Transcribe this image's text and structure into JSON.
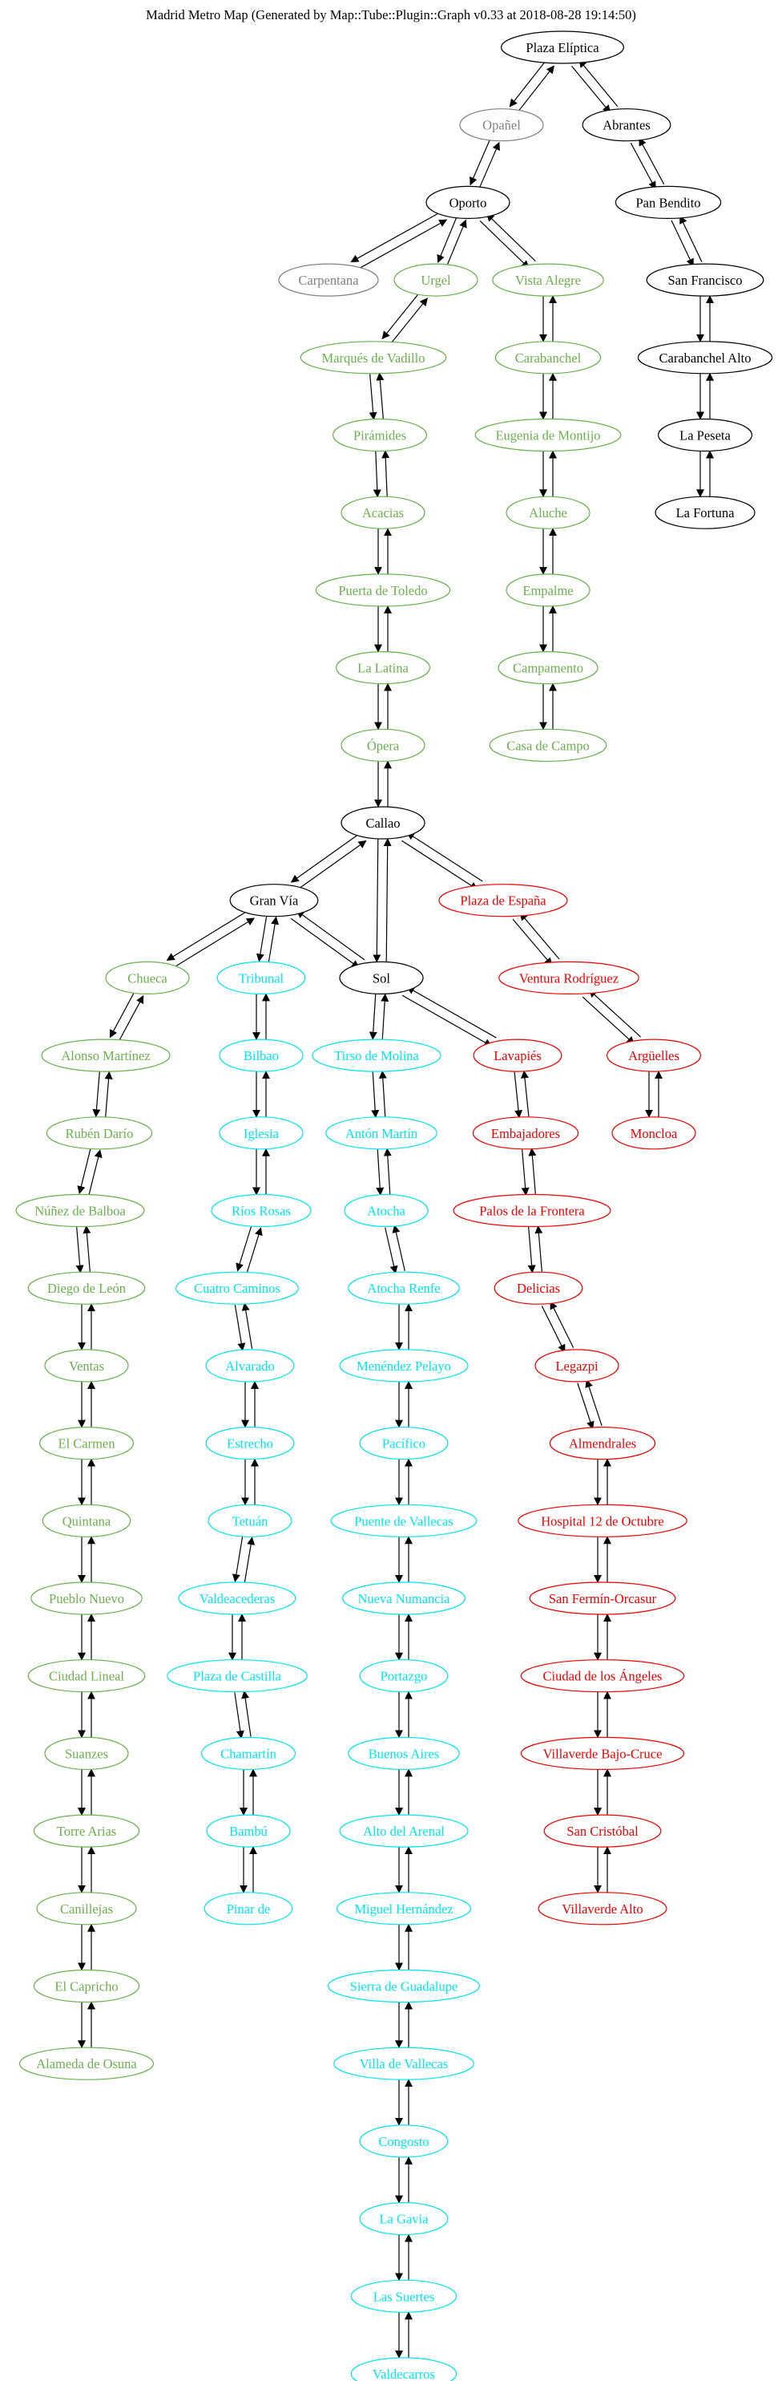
{
  "title": "Madrid Metro Map (Generated by Map::Tube::Plugin::Graph v0.33 at 2018-08-28 19:14:50)",
  "colors": {
    "black": "#000000",
    "gray": "#808080",
    "green": "#6ab04c",
    "cyan": "#00e5ee",
    "red": "#ee0000"
  },
  "stations": [
    {
      "id": "plaza_eliptica",
      "label": "Plaza Elíptica",
      "color": "black"
    },
    {
      "id": "opanel",
      "label": "Opañel",
      "color": "gray"
    },
    {
      "id": "abrantes",
      "label": "Abrantes",
      "color": "black"
    },
    {
      "id": "oporto",
      "label": "Oporto",
      "color": "black"
    },
    {
      "id": "pan_bendito",
      "label": "Pan Bendito",
      "color": "black"
    },
    {
      "id": "carpentana",
      "label": "Carpentana",
      "color": "gray"
    },
    {
      "id": "urgel",
      "label": "Urgel",
      "color": "green"
    },
    {
      "id": "vista_alegre",
      "label": "Vista Alegre",
      "color": "green"
    },
    {
      "id": "san_francisco",
      "label": "San Francisco",
      "color": "black"
    },
    {
      "id": "marques_de_vadillo",
      "label": "Marqués de Vadillo",
      "color": "green"
    },
    {
      "id": "carabanchel",
      "label": "Carabanchel",
      "color": "green"
    },
    {
      "id": "carabanchel_alto",
      "label": "Carabanchel Alto",
      "color": "black"
    },
    {
      "id": "piramides",
      "label": "Pirámides",
      "color": "green"
    },
    {
      "id": "eugenia_de_montijo",
      "label": "Eugenia de Montijo",
      "color": "green"
    },
    {
      "id": "la_peseta",
      "label": "La Peseta",
      "color": "black"
    },
    {
      "id": "acacias",
      "label": "Acacias",
      "color": "green"
    },
    {
      "id": "aluche",
      "label": "Aluche",
      "color": "green"
    },
    {
      "id": "la_fortuna",
      "label": "La Fortuna",
      "color": "black"
    },
    {
      "id": "puerta_de_toledo",
      "label": "Puerta de Toledo",
      "color": "green"
    },
    {
      "id": "empalme",
      "label": "Empalme",
      "color": "green"
    },
    {
      "id": "la_latina",
      "label": "La Latina",
      "color": "green"
    },
    {
      "id": "campamento",
      "label": "Campamento",
      "color": "green"
    },
    {
      "id": "opera",
      "label": "Ópera",
      "color": "green"
    },
    {
      "id": "casa_de_campo",
      "label": "Casa de Campo",
      "color": "green"
    },
    {
      "id": "callao",
      "label": "Callao",
      "color": "black"
    },
    {
      "id": "gran_via",
      "label": "Gran Vía",
      "color": "black"
    },
    {
      "id": "plaza_de_espana",
      "label": "Plaza de España",
      "color": "red"
    },
    {
      "id": "chueca",
      "label": "Chueca",
      "color": "green"
    },
    {
      "id": "tribunal",
      "label": "Tribunal",
      "color": "cyan"
    },
    {
      "id": "sol",
      "label": "Sol",
      "color": "black"
    },
    {
      "id": "ventura_rodriguez",
      "label": "Ventura Rodríguez",
      "color": "red"
    },
    {
      "id": "alonso_martinez",
      "label": "Alonso Martínez",
      "color": "green"
    },
    {
      "id": "bilbao",
      "label": "Bilbao",
      "color": "cyan"
    },
    {
      "id": "tirso_de_molina",
      "label": "Tirso de Molina",
      "color": "cyan"
    },
    {
      "id": "lavapies",
      "label": "Lavapiés",
      "color": "red"
    },
    {
      "id": "arguelles",
      "label": "Argüelles",
      "color": "red"
    },
    {
      "id": "ruben_dario",
      "label": "Rubén Darío",
      "color": "green"
    },
    {
      "id": "iglesia",
      "label": "Iglesia",
      "color": "cyan"
    },
    {
      "id": "anton_martin",
      "label": "Antón Martín",
      "color": "cyan"
    },
    {
      "id": "embajadores",
      "label": "Embajadores",
      "color": "red"
    },
    {
      "id": "moncloa",
      "label": "Moncloa",
      "color": "red"
    },
    {
      "id": "nunez_de_balboa",
      "label": "Núñez de Balboa",
      "color": "green"
    },
    {
      "id": "rios_rosas",
      "label": "Ríos Rosas",
      "color": "cyan"
    },
    {
      "id": "atocha",
      "label": "Atocha",
      "color": "cyan"
    },
    {
      "id": "palos_de_la_frontera",
      "label": "Palos de la Frontera",
      "color": "red"
    },
    {
      "id": "diego_de_leon",
      "label": "Diego de León",
      "color": "green"
    },
    {
      "id": "cuatro_caminos",
      "label": "Cuatro Caminos",
      "color": "cyan"
    },
    {
      "id": "atocha_renfe",
      "label": "Atocha Renfe",
      "color": "cyan"
    },
    {
      "id": "delicias",
      "label": "Delicias",
      "color": "red"
    },
    {
      "id": "ventas",
      "label": "Ventas",
      "color": "green"
    },
    {
      "id": "alvarado",
      "label": "Alvarado",
      "color": "cyan"
    },
    {
      "id": "menendez_pelayo",
      "label": "Menéndez Pelayo",
      "color": "cyan"
    },
    {
      "id": "legazpi",
      "label": "Legazpi",
      "color": "red"
    },
    {
      "id": "el_carmen",
      "label": "El Carmen",
      "color": "green"
    },
    {
      "id": "estrecho",
      "label": "Estrecho",
      "color": "cyan"
    },
    {
      "id": "pacifico",
      "label": "Pacífico",
      "color": "cyan"
    },
    {
      "id": "almendrales",
      "label": "Almendrales",
      "color": "red"
    },
    {
      "id": "quintana",
      "label": "Quintana",
      "color": "green"
    },
    {
      "id": "tetuan",
      "label": "Tetuán",
      "color": "cyan"
    },
    {
      "id": "puente_de_vallecas",
      "label": "Puente de Vallecas",
      "color": "cyan"
    },
    {
      "id": "hospital_12_de_octubre",
      "label": "Hospital 12 de Octubre",
      "color": "red"
    },
    {
      "id": "pueblo_nuevo",
      "label": "Pueblo Nuevo",
      "color": "green"
    },
    {
      "id": "valdeacederas",
      "label": "Valdeacederas",
      "color": "cyan"
    },
    {
      "id": "nueva_numancia",
      "label": "Nueva Numancia",
      "color": "cyan"
    },
    {
      "id": "san_fermin_orcasur",
      "label": "San Fermín-Orcasur",
      "color": "red"
    },
    {
      "id": "ciudad_lineal",
      "label": "Ciudad Lineal",
      "color": "green"
    },
    {
      "id": "plaza_de_castilla",
      "label": "Plaza de Castilla",
      "color": "cyan"
    },
    {
      "id": "portazgo",
      "label": "Portazgo",
      "color": "cyan"
    },
    {
      "id": "ciudad_de_los_angeles",
      "label": "Ciudad de los Ángeles",
      "color": "red"
    },
    {
      "id": "suanzes",
      "label": "Suanzes",
      "color": "green"
    },
    {
      "id": "chamartin",
      "label": "Chamartín",
      "color": "cyan"
    },
    {
      "id": "buenos_aires",
      "label": "Buenos Aires",
      "color": "cyan"
    },
    {
      "id": "villaverde_bajo_cruce",
      "label": "Villaverde Bajo-Cruce",
      "color": "red"
    },
    {
      "id": "torre_arias",
      "label": "Torre Arias",
      "color": "green"
    },
    {
      "id": "bambu",
      "label": "Bambú",
      "color": "cyan"
    },
    {
      "id": "alto_del_arenal",
      "label": "Alto del Arenal",
      "color": "cyan"
    },
    {
      "id": "san_cristobal",
      "label": "San Cristóbal",
      "color": "red"
    },
    {
      "id": "canillejas",
      "label": "Canillejas",
      "color": "green"
    },
    {
      "id": "pinar_de",
      "label": "Pinar de",
      "color": "cyan"
    },
    {
      "id": "miguel_hernandez",
      "label": "Miguel Hernández",
      "color": "cyan"
    },
    {
      "id": "villaverde_alto",
      "label": "Villaverde Alto",
      "color": "red"
    },
    {
      "id": "el_capricho",
      "label": "El Capricho",
      "color": "green"
    },
    {
      "id": "sierra_de_guadalupe",
      "label": "Sierra de Guadalupe",
      "color": "cyan"
    },
    {
      "id": "alameda_de_osuna",
      "label": "Alameda de Osuna",
      "color": "green"
    },
    {
      "id": "villa_de_vallecas",
      "label": "Villa de Vallecas",
      "color": "cyan"
    },
    {
      "id": "congosto",
      "label": "Congosto",
      "color": "cyan"
    },
    {
      "id": "la_gavia",
      "label": "La Gavia",
      "color": "cyan"
    },
    {
      "id": "las_suertes",
      "label": "Las Suertes",
      "color": "cyan"
    },
    {
      "id": "valdecarros",
      "label": "Valdecarros",
      "color": "cyan"
    }
  ],
  "connections": [
    [
      "plaza_eliptica",
      "opanel"
    ],
    [
      "plaza_eliptica",
      "abrantes"
    ],
    [
      "opanel",
      "oporto"
    ],
    [
      "abrantes",
      "pan_bendito"
    ],
    [
      "oporto",
      "carpentana"
    ],
    [
      "oporto",
      "urgel"
    ],
    [
      "oporto",
      "vista_alegre"
    ],
    [
      "pan_bendito",
      "san_francisco"
    ],
    [
      "urgel",
      "marques_de_vadillo"
    ],
    [
      "vista_alegre",
      "carabanchel"
    ],
    [
      "san_francisco",
      "carabanchel_alto"
    ],
    [
      "marques_de_vadillo",
      "piramides"
    ],
    [
      "carabanchel",
      "eugenia_de_montijo"
    ],
    [
      "carabanchel_alto",
      "la_peseta"
    ],
    [
      "piramides",
      "acacias"
    ],
    [
      "eugenia_de_montijo",
      "aluche"
    ],
    [
      "la_peseta",
      "la_fortuna"
    ],
    [
      "acacias",
      "puerta_de_toledo"
    ],
    [
      "aluche",
      "empalme"
    ],
    [
      "puerta_de_toledo",
      "la_latina"
    ],
    [
      "empalme",
      "campamento"
    ],
    [
      "la_latina",
      "opera"
    ],
    [
      "campamento",
      "casa_de_campo"
    ],
    [
      "opera",
      "callao"
    ],
    [
      "callao",
      "gran_via"
    ],
    [
      "callao",
      "sol"
    ],
    [
      "callao",
      "plaza_de_espana"
    ],
    [
      "gran_via",
      "chueca"
    ],
    [
      "gran_via",
      "tribunal"
    ],
    [
      "gran_via",
      "sol"
    ],
    [
      "plaza_de_espana",
      "ventura_rodriguez"
    ],
    [
      "sol",
      "tirso_de_molina"
    ],
    [
      "sol",
      "lavapies"
    ],
    [
      "chueca",
      "alonso_martinez"
    ],
    [
      "tribunal",
      "bilbao"
    ],
    [
      "ventura_rodriguez",
      "arguelles"
    ],
    [
      "alonso_martinez",
      "ruben_dario"
    ],
    [
      "bilbao",
      "iglesia"
    ],
    [
      "tirso_de_molina",
      "anton_martin"
    ],
    [
      "lavapies",
      "embajadores"
    ],
    [
      "arguelles",
      "moncloa"
    ],
    [
      "ruben_dario",
      "nunez_de_balboa"
    ],
    [
      "iglesia",
      "rios_rosas"
    ],
    [
      "anton_martin",
      "atocha"
    ],
    [
      "embajadores",
      "palos_de_la_frontera"
    ],
    [
      "nunez_de_balboa",
      "diego_de_leon"
    ],
    [
      "rios_rosas",
      "cuatro_caminos"
    ],
    [
      "atocha",
      "atocha_renfe"
    ],
    [
      "palos_de_la_frontera",
      "delicias"
    ],
    [
      "diego_de_leon",
      "ventas"
    ],
    [
      "cuatro_caminos",
      "alvarado"
    ],
    [
      "atocha_renfe",
      "menendez_pelayo"
    ],
    [
      "delicias",
      "legazpi"
    ],
    [
      "ventas",
      "el_carmen"
    ],
    [
      "alvarado",
      "estrecho"
    ],
    [
      "menendez_pelayo",
      "pacifico"
    ],
    [
      "legazpi",
      "almendrales"
    ],
    [
      "el_carmen",
      "quintana"
    ],
    [
      "estrecho",
      "tetuan"
    ],
    [
      "pacifico",
      "puente_de_vallecas"
    ],
    [
      "almendrales",
      "hospital_12_de_octubre"
    ],
    [
      "quintana",
      "pueblo_nuevo"
    ],
    [
      "tetuan",
      "valdeacederas"
    ],
    [
      "puente_de_vallecas",
      "nueva_numancia"
    ],
    [
      "hospital_12_de_octubre",
      "san_fermin_orcasur"
    ],
    [
      "pueblo_nuevo",
      "ciudad_lineal"
    ],
    [
      "valdeacederas",
      "plaza_de_castilla"
    ],
    [
      "nueva_numancia",
      "portazgo"
    ],
    [
      "san_fermin_orcasur",
      "ciudad_de_los_angeles"
    ],
    [
      "ciudad_lineal",
      "suanzes"
    ],
    [
      "plaza_de_castilla",
      "chamartin"
    ],
    [
      "portazgo",
      "buenos_aires"
    ],
    [
      "ciudad_de_los_angeles",
      "villaverde_bajo_cruce"
    ],
    [
      "suanzes",
      "torre_arias"
    ],
    [
      "chamartin",
      "bambu"
    ],
    [
      "buenos_aires",
      "alto_del_arenal"
    ],
    [
      "villaverde_bajo_cruce",
      "san_cristobal"
    ],
    [
      "torre_arias",
      "canillejas"
    ],
    [
      "bambu",
      "pinar_de"
    ],
    [
      "alto_del_arenal",
      "miguel_hernandez"
    ],
    [
      "san_cristobal",
      "villaverde_alto"
    ],
    [
      "canillejas",
      "el_capricho"
    ],
    [
      "miguel_hernandez",
      "sierra_de_guadalupe"
    ],
    [
      "el_capricho",
      "alameda_de_osuna"
    ],
    [
      "sierra_de_guadalupe",
      "villa_de_vallecas"
    ],
    [
      "villa_de_vallecas",
      "congosto"
    ],
    [
      "congosto",
      "la_gavia"
    ],
    [
      "la_gavia",
      "las_suertes"
    ],
    [
      "las_suertes",
      "valdecarros"
    ]
  ]
}
